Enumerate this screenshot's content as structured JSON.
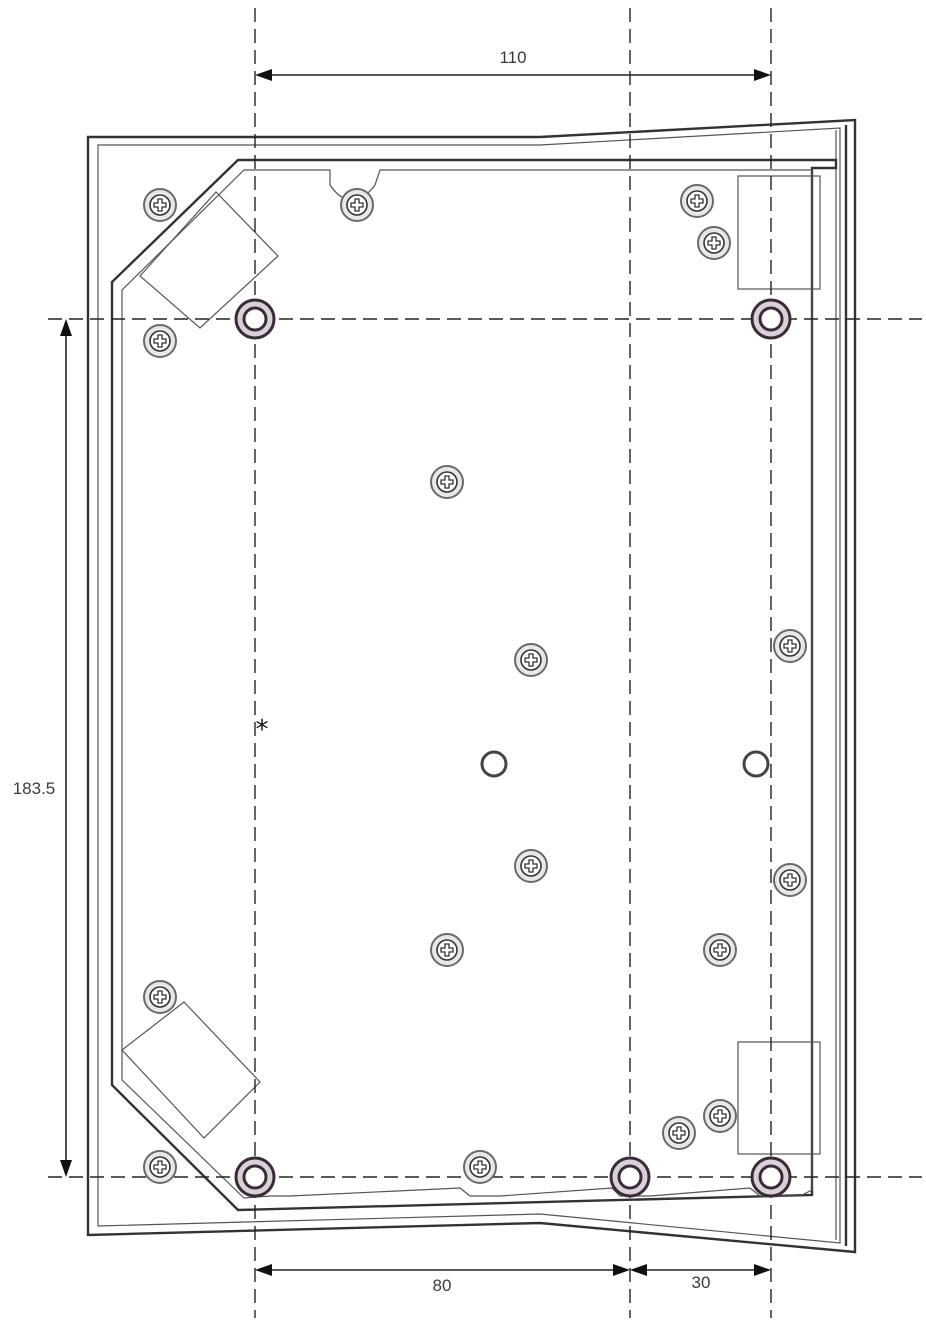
{
  "dimensions": {
    "top_width": "110",
    "left_height": "183.5",
    "bottom_left_width": "80",
    "bottom_right_width": "30"
  },
  "marker": "*",
  "colors": {
    "line": "#222222",
    "outline": "#333333",
    "screw": "#6a6a6a",
    "mount_ring": "#3a2a3a"
  }
}
